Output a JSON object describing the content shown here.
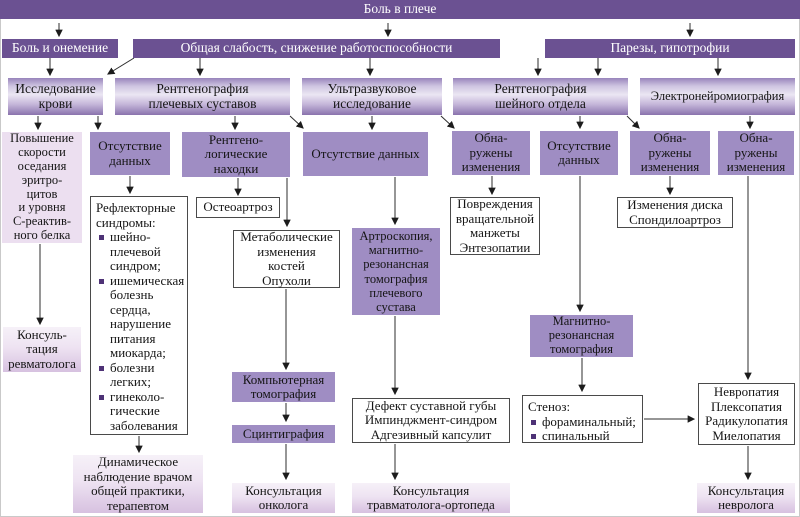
{
  "diagram": {
    "title": "Боль в плече",
    "palette": {
      "dark_purple_bar": "#6b5192",
      "medium_purple_box": "#9f8dc3",
      "gradient_box_light": "#ebe6f3",
      "gradient_box_dark": "#8a73ad",
      "flat_light_pink_box": "#ecdff0",
      "consult_box_bottom": "#d7c1e0",
      "bullet_square": "#4e3276",
      "bar_text": "#ffffff",
      "box_text": "#151515",
      "arrow": "#2e2e2e"
    }
  },
  "nodes": {
    "root": "Боль в плече",
    "pain_numbness": "Боль и онемение",
    "weakness": "Общая слабость, снижение работоспособности",
    "paresis": "Парезы, гипотрофии",
    "blood_test": "Исследование\nкрови",
    "shoulder_xray": "Рентгенография\nплечевых суставов",
    "ultrasound": "Ультразвуковое\nисследование",
    "cervical_xray": "Рентгенография\nшейного отдела",
    "emg": "Электронейромиография",
    "esr": "Повышение\nскорости\nоседания\nэритро-\nцитов\nи уровня\nС-реактив-\nного белка",
    "no_data_shoulder": "Отсутствие\nданных",
    "xray_findings": "Рентгено-\nлогические\nнаходки",
    "no_data_us": "Отсутствие данных",
    "changes_us": "Обна-\nружены\nизменения",
    "no_data_cx": "Отсутствие\nданных",
    "changes_cx": "Обна-\nружены\nизменения",
    "changes_emg": "Обна-\nружены\nизменения",
    "reflex_heading": "Рефлекторные\nсиндромы:",
    "reflex_items": [
      "шейно-\nплечевой\nсиндром;",
      "ишемическая\nболезнь\nсердца,\nнарушение\nпитания\nмиокарда;",
      "болезни\nлегких;",
      "гинеколо-\nгические\nзаболевания"
    ],
    "osteo": "Остеоартроз",
    "metabolic": "Метаболические\nизменения\nкостей\nОпухоли",
    "arthroscopy": "Артроскопия,\nмагнитно-\nрезонансная\nтомография\nплечевого\nсустава",
    "rotator": "Повреждения\nвращательной\nманжеты\nЭнтезопатии",
    "disc": "Изменения диска\nСпондилоартроз",
    "rheum": "Консуль-\nтация\nревматолога",
    "mri": "Магнитно-\nрезонансная\nтомография",
    "ct": "Компьютерная\nтомография",
    "scinti": "Сцинтиграфия",
    "defect": "Дефект суставной губы\nИмпинджмент-синдром\nАдгезивный капсулит",
    "stenosis_heading": "Стеноз:",
    "stenosis_items": [
      "фораминальный;",
      "спинальный"
    ],
    "neuropathy": "Невропатия\nПлексопатия\nРадикулопатия\nМиелопатия",
    "dynamic": "Динамическое\nнаблюдение врачом\nобщей практики,\nтерапевтом",
    "onco": "Консультация\nонколога",
    "trauma": "Консультация\nтравматолога-ортопеда",
    "neuro": "Консультация\nневролога"
  }
}
